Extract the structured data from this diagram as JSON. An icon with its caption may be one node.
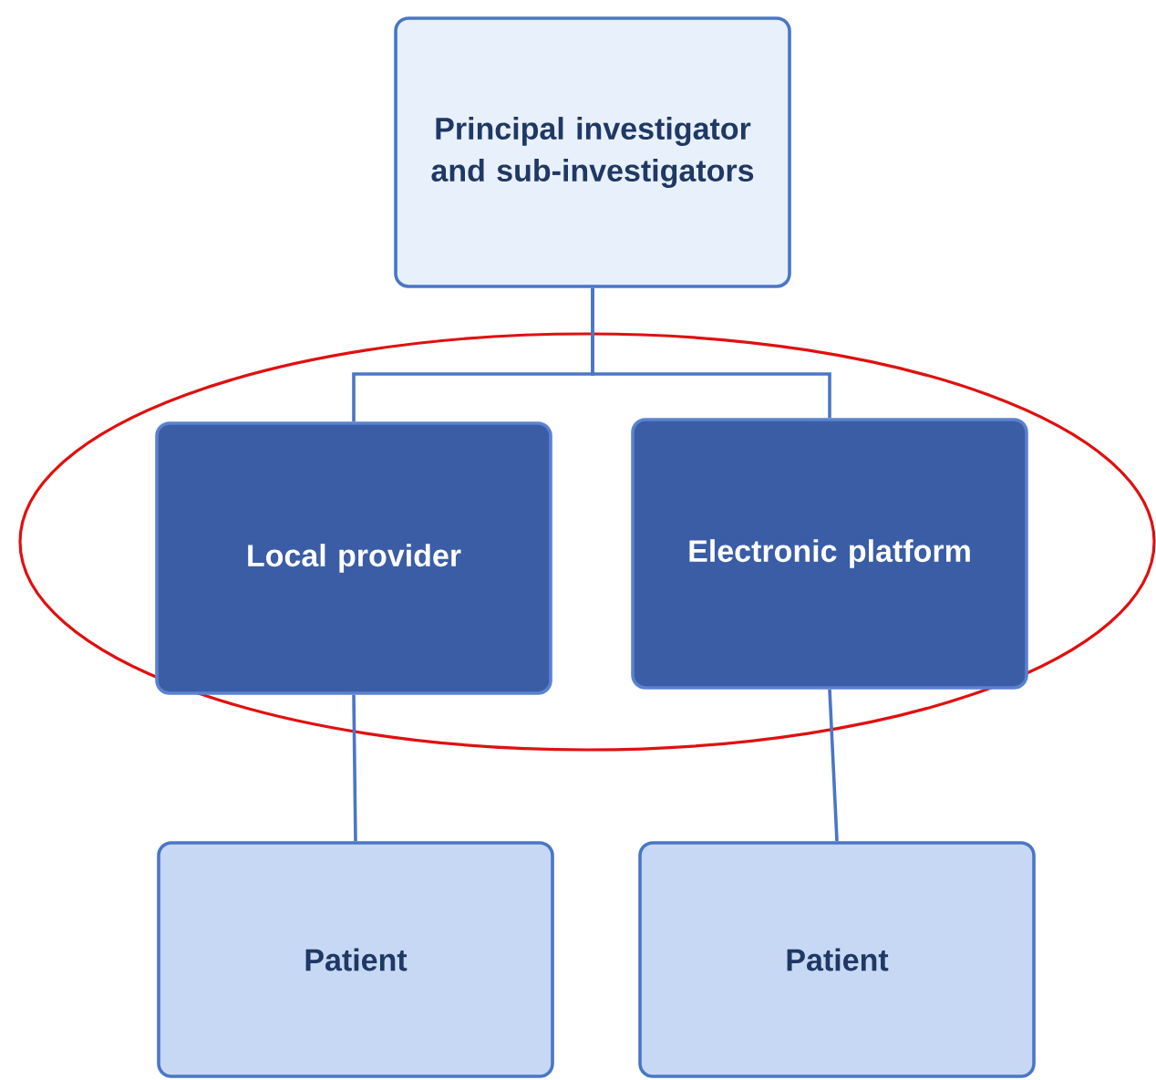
{
  "diagram": {
    "nodes": [
      {
        "text": [
          "Principal investigator and sub-investigators"
        ]
      },
      {
        "text": [
          "Local provider"
        ]
      },
      {
        "text": [
          "Electronic platform"
        ]
      },
      {
        "text": [
          "Patient"
        ]
      },
      {
        "text": [
          "Patient"
        ]
      }
    ],
    "edges": [
      {
        "from": 0,
        "to": 1,
        "arrow": "none"
      },
      {
        "from": 0,
        "to": 2,
        "arrow": "none"
      },
      {
        "from": 1,
        "to": 3,
        "arrow": "none"
      },
      {
        "from": 2,
        "to": 4,
        "arrow": "none"
      }
    ]
  }
}
